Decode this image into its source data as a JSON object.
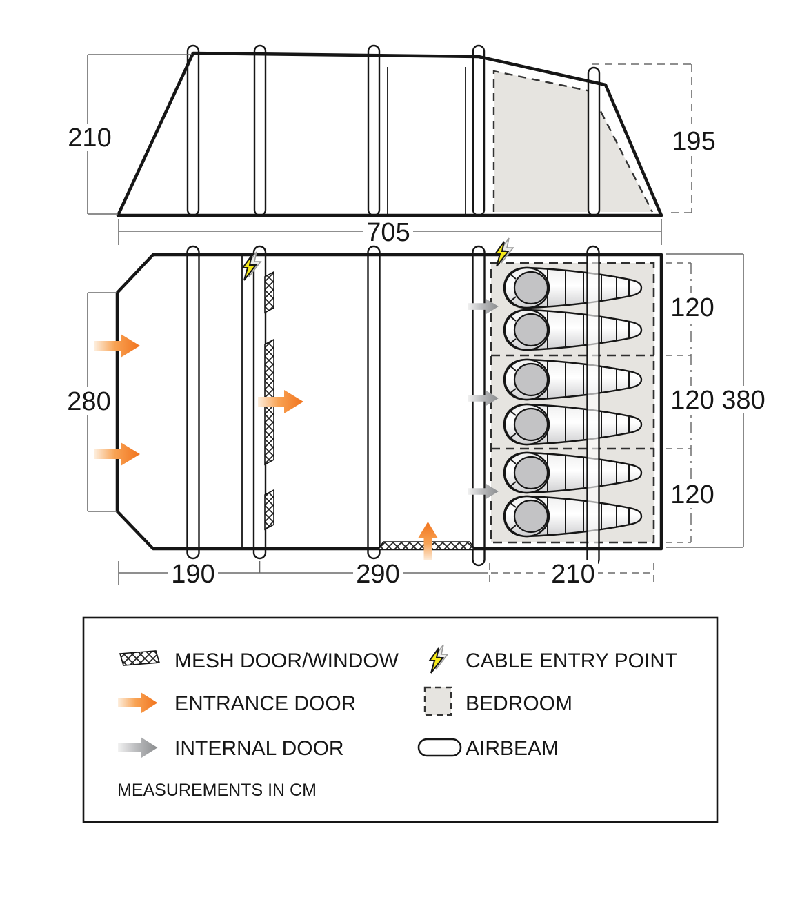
{
  "diagram_type": "tent-floorplan",
  "colors": {
    "outline": "#161616",
    "dim_line": "#6a6a6a",
    "bedroom_fill": "#e6e4e0",
    "accent_orange": "#f47b20",
    "arrow_gray": "#8e9092",
    "cable_yellow": "#f5e91a"
  },
  "elevation": {
    "height_front": "210",
    "height_rear": "195"
  },
  "floorplan": {
    "total_length": "705",
    "living_width": "280",
    "front_length": "190",
    "middle_length": "290",
    "bedroom_depth": "210",
    "bedroom_width_1": "120",
    "bedroom_width_2": "120",
    "bedroom_width_3": "120",
    "total_width": "380"
  },
  "legend": {
    "mesh_label": "MESH DOOR/WINDOW",
    "entrance_label": "ENTRANCE DOOR",
    "internal_label": "INTERNAL DOOR",
    "cable_label": "CABLE ENTRY POINT",
    "bedroom_label": "BEDROOM",
    "airbeam_label": "AIRBEAM",
    "note": "MEASUREMENTS IN CM"
  }
}
